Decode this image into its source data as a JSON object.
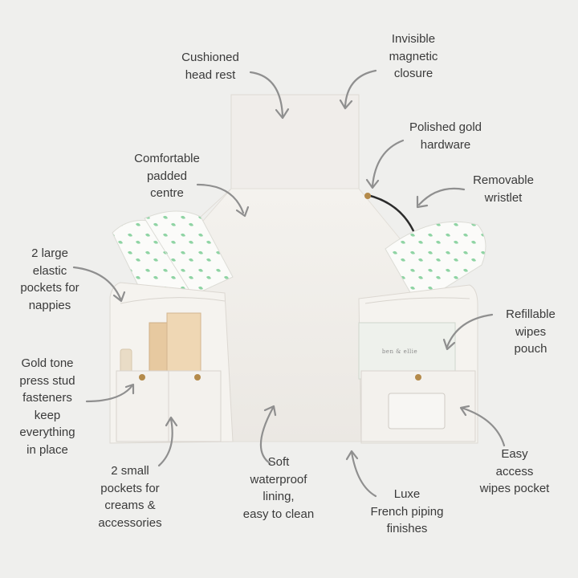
{
  "product": {
    "brand_tag": "ben & ellie"
  },
  "callouts": [
    {
      "id": "head-rest",
      "lines": [
        "Cushioned",
        "head rest"
      ]
    },
    {
      "id": "magnetic-closure",
      "lines": [
        "Invisible",
        "magnetic",
        "closure"
      ]
    },
    {
      "id": "gold-hardware",
      "lines": [
        "Polished gold",
        "hardware"
      ]
    },
    {
      "id": "padded-centre",
      "lines": [
        "Comfortable",
        "padded",
        "centre"
      ]
    },
    {
      "id": "wristlet",
      "lines": [
        "Removable",
        "wristlet"
      ]
    },
    {
      "id": "nappy-pockets",
      "lines": [
        "2 large",
        "elastic",
        "pockets for",
        "nappies"
      ]
    },
    {
      "id": "wipes-pouch",
      "lines": [
        "Refillable",
        "wipes",
        "pouch"
      ]
    },
    {
      "id": "press-studs",
      "lines": [
        "Gold tone",
        "press stud",
        "fasteners",
        "keep",
        "everything",
        "in place"
      ]
    },
    {
      "id": "small-pockets",
      "lines": [
        "2 small",
        "pockets for",
        "creams &",
        "accessories"
      ]
    },
    {
      "id": "waterproof-lining",
      "lines": [
        "Soft",
        "waterproof",
        "lining,",
        "easy to clean"
      ]
    },
    {
      "id": "french-piping",
      "lines": [
        "Luxe",
        "French piping",
        "finishes"
      ]
    },
    {
      "id": "wipes-pocket",
      "lines": [
        "Easy",
        "access",
        "wipes pocket"
      ]
    }
  ],
  "colors": {
    "background": "#efefed",
    "mat": "#f1eeea",
    "mat_shadow": "#dcd8d2",
    "arrow": "#8f8f8f",
    "text": "#3a3a3a",
    "gold": "#b48a4a",
    "nappy_print": "#8fd4a4"
  }
}
